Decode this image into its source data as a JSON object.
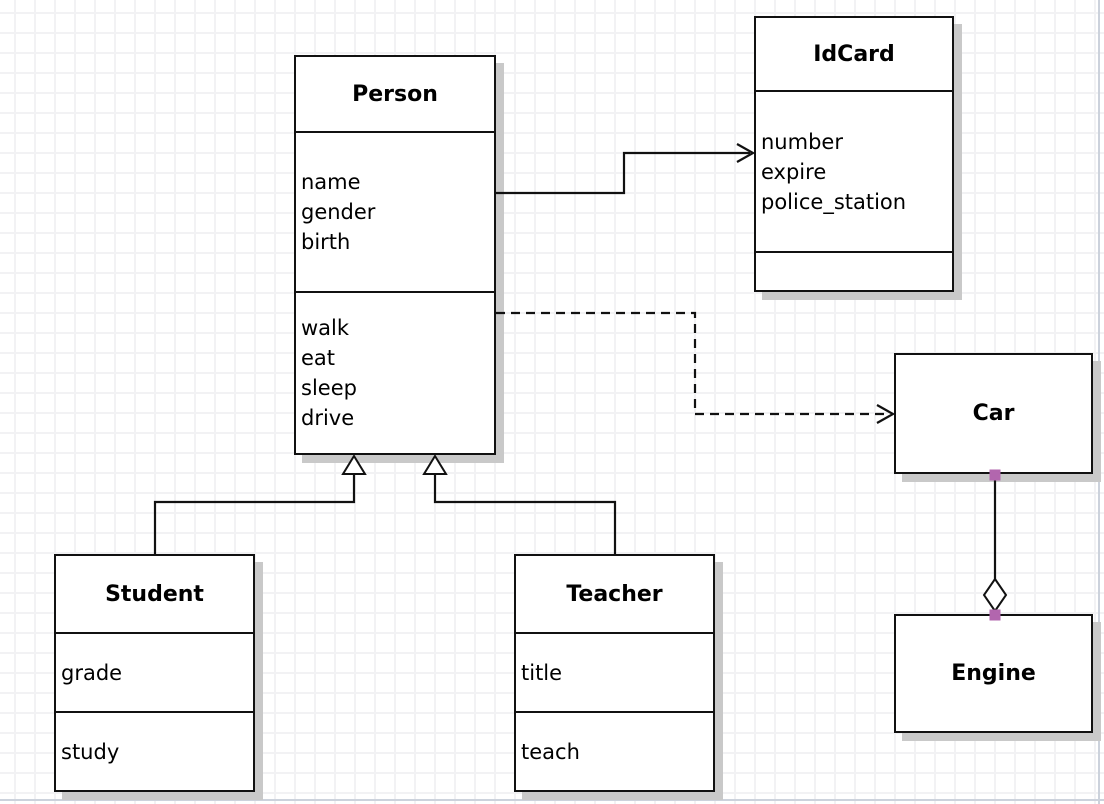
{
  "diagram_type": "uml-class-diagram",
  "colors": {
    "box_fill": "#ffffff",
    "box_border": "#111111",
    "shadow": "#c9c9c9",
    "grid_line": "#f2f2f4",
    "page_edge": "#ccd2dc",
    "endpoint_handle": "#b266ae",
    "connector": "#111111"
  },
  "classes": [
    {
      "name": "Person",
      "attributes": [
        "name",
        "gender",
        "birth"
      ],
      "methods": [
        "walk",
        "eat",
        "sleep",
        "drive"
      ]
    },
    {
      "name": "IdCard",
      "attributes": [
        "number",
        "expire",
        "police_station"
      ],
      "methods": []
    },
    {
      "name": "Car",
      "attributes": [],
      "methods": []
    },
    {
      "name": "Engine",
      "attributes": [],
      "methods": []
    },
    {
      "name": "Student",
      "attributes": [
        "grade"
      ],
      "methods": [
        "study"
      ]
    },
    {
      "name": "Teacher",
      "attributes": [
        "title"
      ],
      "methods": [
        "teach"
      ]
    }
  ],
  "relationships": [
    {
      "from": "Person",
      "to": "IdCard",
      "type": "association",
      "line": "solid",
      "arrow": "open"
    },
    {
      "from": "Person",
      "to": "Car",
      "type": "dependency",
      "line": "dashed",
      "arrow": "open"
    },
    {
      "from": "Student",
      "to": "Person",
      "type": "generalization",
      "line": "solid",
      "arrow": "hollow-triangle"
    },
    {
      "from": "Teacher",
      "to": "Person",
      "type": "generalization",
      "line": "solid",
      "arrow": "hollow-triangle"
    },
    {
      "from": "Car",
      "to": "Engine",
      "type": "aggregation",
      "line": "solid",
      "arrow": "hollow-diamond",
      "selected": true
    }
  ]
}
